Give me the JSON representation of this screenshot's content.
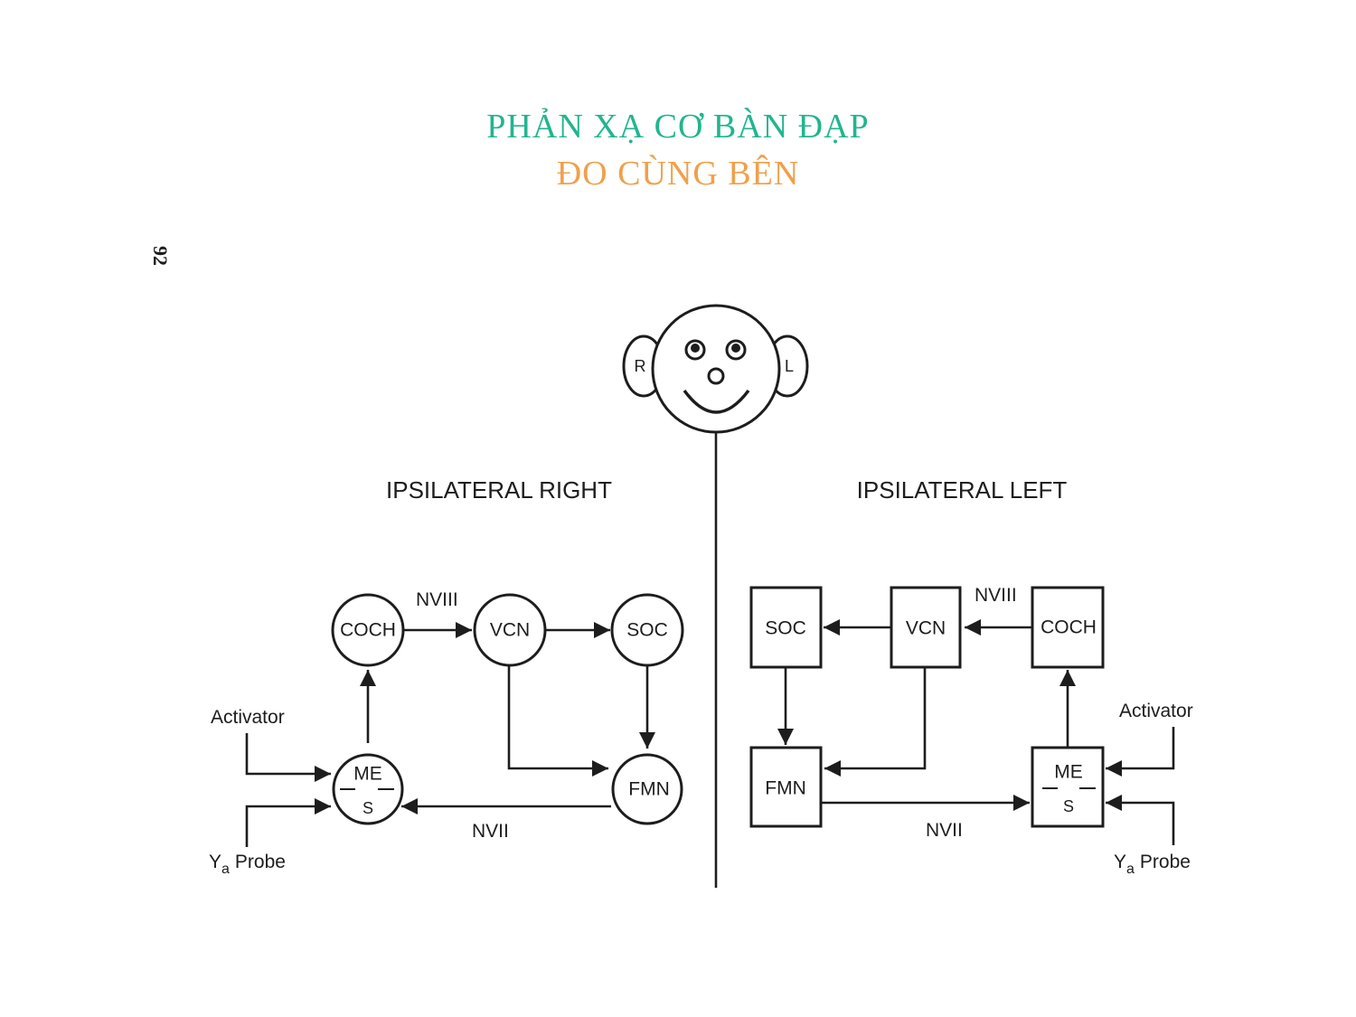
{
  "title": {
    "line1": "PHẢN XẠ CƠ BÀN ĐẠP",
    "line2": "ĐO CÙNG BÊN"
  },
  "colors": {
    "title_line1": "#22b58f",
    "title_line2": "#f0a04b",
    "ink": "#1d1d1d"
  },
  "page_number": "92",
  "face": {
    "ear_right_label": "R",
    "ear_left_label": "L"
  },
  "right_side": {
    "heading": "IPSILATERAL RIGHT",
    "nodes": {
      "coch": "COCH",
      "vcn": "VCN",
      "soc": "SOC",
      "fmn": "FMN",
      "me": "ME",
      "s": "S"
    },
    "labels": {
      "nviii": "NVIII",
      "nvii": "NVII",
      "activator": "Activator",
      "probe_y": "Y",
      "probe_sub": "a",
      "probe_word": "Probe"
    }
  },
  "left_side": {
    "heading": "IPSILATERAL LEFT",
    "nodes": {
      "soc": "SOC",
      "vcn": "VCN",
      "coch": "COCH",
      "fmn": "FMN",
      "me": "ME",
      "s": "S"
    },
    "labels": {
      "nviii": "NVIII",
      "nvii": "NVII",
      "activator": "Activator",
      "probe_y": "Y",
      "probe_sub": "a",
      "probe_word": "Probe"
    }
  }
}
